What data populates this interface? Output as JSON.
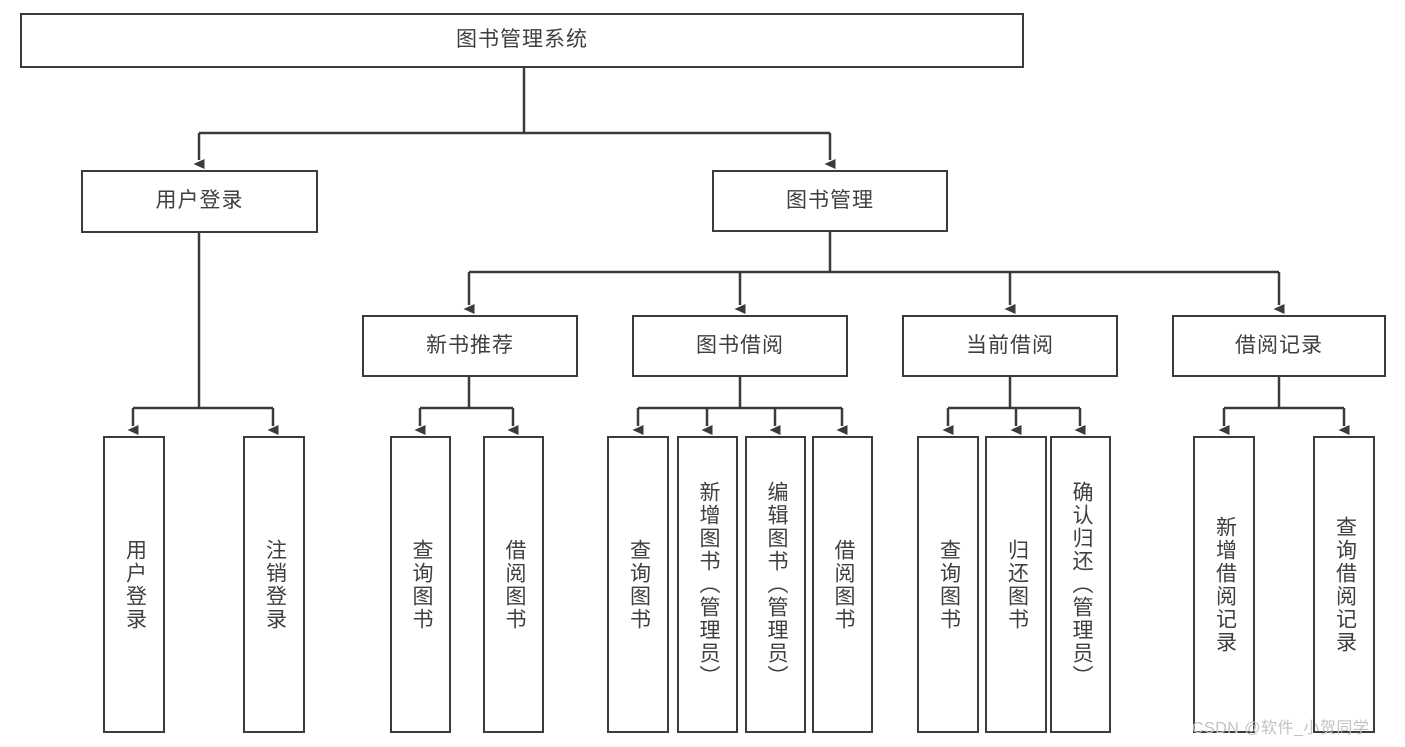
{
  "diagram": {
    "title": "图书管理系统",
    "type": "tree",
    "colors": {
      "background": "#ffffff",
      "box_border": "#3b3b3b",
      "box_fill": "#ffffff",
      "text": "#3f3f3f",
      "connector": "#3b3b3b",
      "watermark": "#c2c2c2"
    },
    "root": {
      "label": "图书管理系统"
    },
    "level2": [
      {
        "label": "用户登录"
      },
      {
        "label": "图书管理"
      }
    ],
    "level3": [
      {
        "label": "新书推荐"
      },
      {
        "label": "图书借阅"
      },
      {
        "label": "当前借阅"
      },
      {
        "label": "借阅记录"
      }
    ],
    "leaves": {
      "user_login": [
        {
          "label": "用户登录"
        },
        {
          "label": "注销登录"
        }
      ],
      "new_book_recommend": [
        {
          "label": "查询图书"
        },
        {
          "label": "借阅图书"
        }
      ],
      "book_borrow": [
        {
          "label": "查询图书"
        },
        {
          "label": "新增图书（管理员）"
        },
        {
          "label": "编辑图书（管理员）"
        },
        {
          "label": "借阅图书"
        }
      ],
      "current_borrow": [
        {
          "label": "查询图书"
        },
        {
          "label": "归还图书"
        },
        {
          "label": "确认归还（管理员）"
        }
      ],
      "borrow_record": [
        {
          "label": "新增借阅记录"
        },
        {
          "label": "查询借阅记录"
        }
      ]
    }
  },
  "watermark": {
    "text": "CSDN @软件_小贺同学"
  }
}
